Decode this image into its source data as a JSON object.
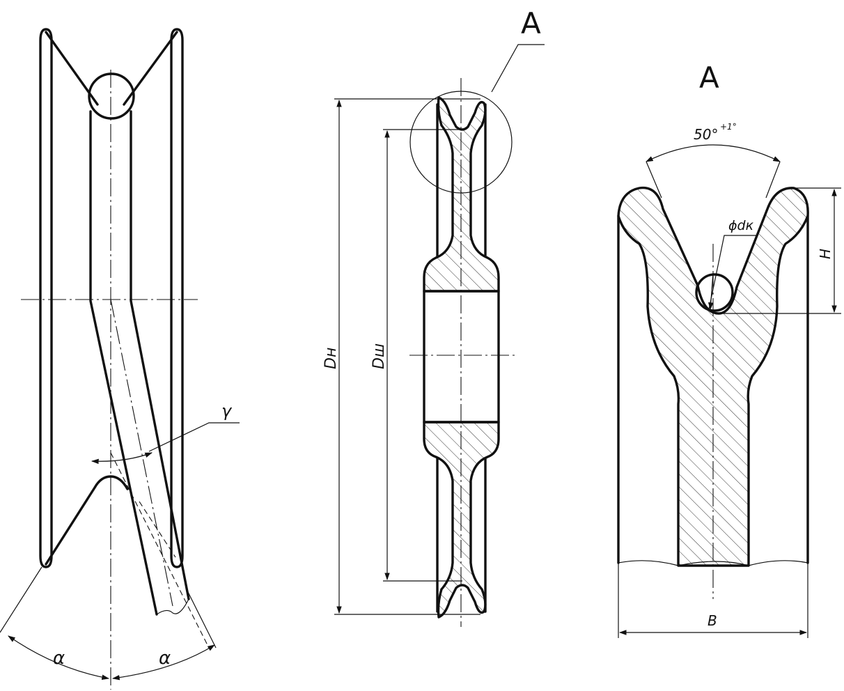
{
  "view_a_title": "A",
  "callout_a_label": "A",
  "labels": {
    "alpha_left": "α",
    "alpha_right": "α",
    "gamma": "γ",
    "outer_diameter": "Dн",
    "groove_diameter": "Dш",
    "groove_angle": "50°",
    "groove_angle_tol": "+1°",
    "rope_diameter": "ϕdк",
    "groove_depth": "H",
    "width": "B"
  },
  "colors": {
    "line": "#111111",
    "background": "#ffffff"
  }
}
